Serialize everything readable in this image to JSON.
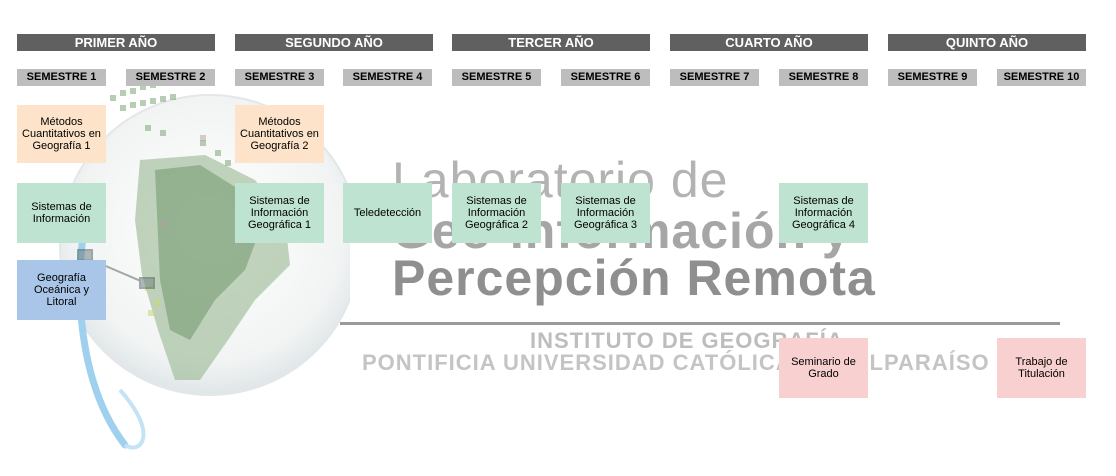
{
  "watermark": {
    "line1": "Laboratorio de",
    "line2": "Geo-Información  y",
    "line3": "Percepción Remota",
    "line4": "INSTITUTO DE GEOGRAFÍA",
    "line5": "PONTIFICIA UNIVERSIDAD CATÓLICA DE VALPARAÍSO"
  },
  "years": [
    "PRIMER AÑO",
    "SEGUNDO AÑO",
    "TERCER AÑO",
    "CUARTO AÑO",
    "QUINTO AÑO"
  ],
  "semesters": [
    "SEMESTRE 1",
    "SEMESTRE 2",
    "SEMESTRE 3",
    "SEMESTRE 4",
    "SEMESTRE 5",
    "SEMESTRE 6",
    "SEMESTRE 7",
    "SEMESTRE 8",
    "SEMESTRE 9",
    "SEMESTRE 10"
  ],
  "courses": {
    "metodos1": "Métodos Cuantitativos en Geografía 1",
    "metodos2": "Métodos Cuantitativos en Geografía 2",
    "sistemas": "Sistemas de Información",
    "sig1": "Sistemas de Información Geográfica 1",
    "teledeteccion": "Teledetección",
    "sig2": "Sistemas de Información Geográfica 2",
    "sig3": "Sistemas de Información Geográfica 3",
    "sig4": "Sistemas de Información Geográfica 4",
    "oceanica": "Geografía Oceánica y Litoral",
    "seminario": "Seminario de Grado",
    "titulacion": "Trabajo de Titulación"
  },
  "colors": {
    "year_header": "#606060",
    "semester_header": "#bdbdbd",
    "course_orange": "#fde3c9",
    "course_green": "#bfe3d1",
    "course_blue": "#a9c6e8",
    "course_pink": "#f9d0d0"
  },
  "icons": {
    "background_logo": "globe-south-america-icon"
  }
}
